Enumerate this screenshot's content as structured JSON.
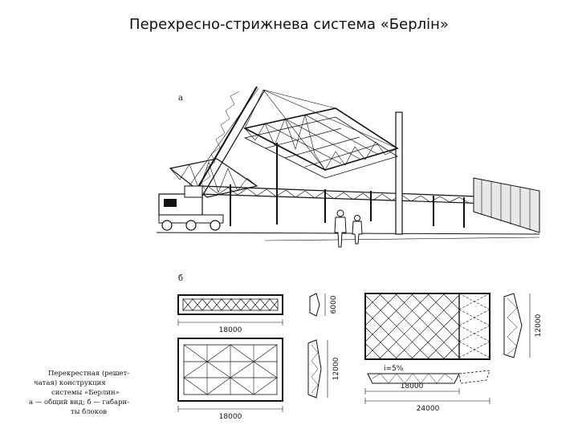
{
  "title": "Перехресно-стрижнева система «Берлін»",
  "figure": {
    "label_a": "а",
    "label_b": "б",
    "dims": {
      "p1_width": "18000",
      "p1_depth": "6000",
      "p2_width": "18000",
      "p2_depth": "12000",
      "p3_width": "24000",
      "p3_inner": "18000",
      "p3_depth": "12000",
      "slope": "i=5%"
    },
    "caption": [
      "Перекрестная (решет-",
      "чатая) конструкция",
      "системы «Берлин»",
      "а — общий вид; б — габари-",
      "ты блоков"
    ]
  }
}
